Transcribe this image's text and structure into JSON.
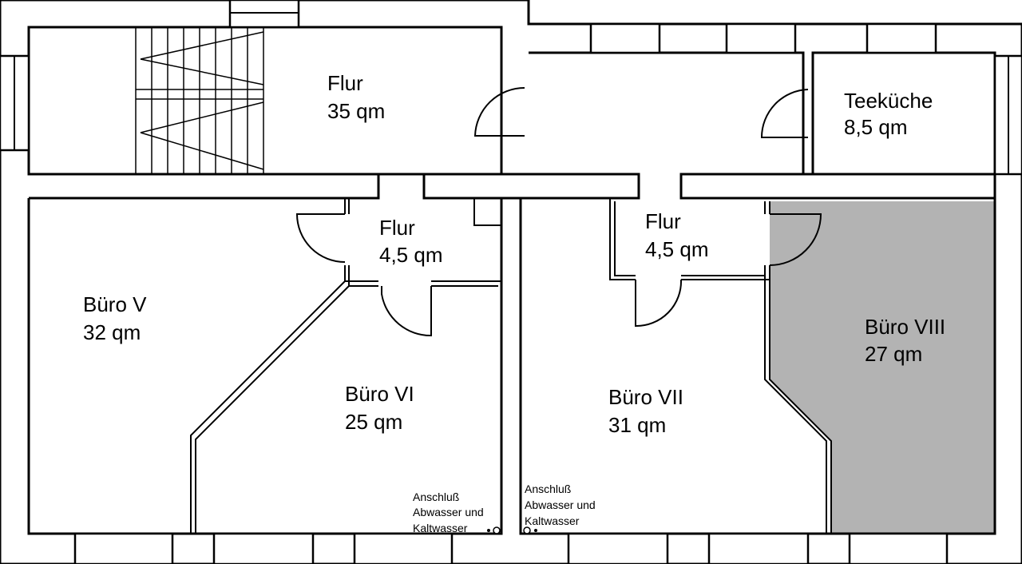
{
  "rooms": [
    {
      "id": "flur-main",
      "name": "Flur",
      "area": "35 qm"
    },
    {
      "id": "teekueche",
      "name": "Teeküche",
      "area": "8,5 qm"
    },
    {
      "id": "flur-left",
      "name": "Flur",
      "area": "4,5 qm"
    },
    {
      "id": "flur-right",
      "name": "Flur",
      "area": "4,5 qm"
    },
    {
      "id": "buero-v",
      "name": "Büro V",
      "area": "32 qm"
    },
    {
      "id": "buero-vi",
      "name": "Büro VI",
      "area": "25 qm"
    },
    {
      "id": "buero-vii",
      "name": "Büro VII",
      "area": "31 qm"
    },
    {
      "id": "buero-viii",
      "name": "Büro VIII",
      "area": "27 qm",
      "highlighted": true
    }
  ],
  "notes": [
    {
      "id": "anschluss-left",
      "lines": [
        "Anschluß",
        "Abwasser und",
        "Kaltwasser"
      ]
    },
    {
      "id": "anschluss-right",
      "lines": [
        "Anschluß",
        "Abwasser und",
        "Kaltwasser"
      ]
    }
  ],
  "colors": {
    "highlight": "#b3b3b3",
    "wall": "#000000",
    "background": "#ffffff"
  }
}
